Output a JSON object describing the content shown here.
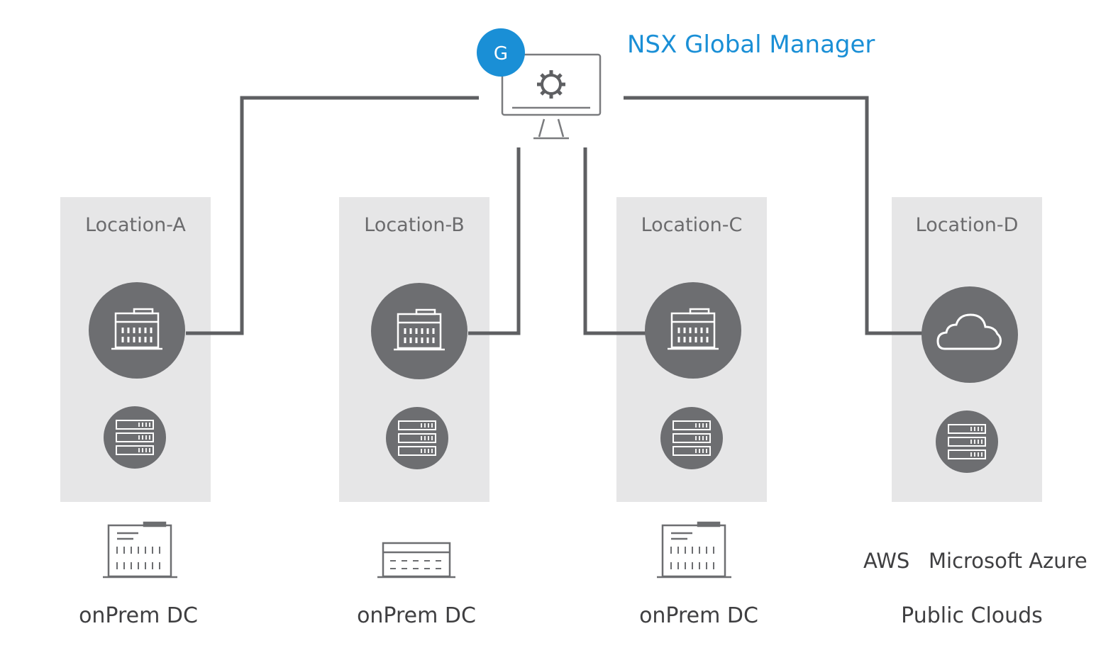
{
  "global_manager": {
    "title": "NSX Global Manager",
    "badge_letter": "G",
    "badge_color": "#1a8fd6",
    "icon": "gear-monitor-icon"
  },
  "locations": [
    {
      "name": "Location-A",
      "site_icon": "building-icon",
      "bottom_icon": "datacenter-building-icon",
      "bottom_label": "onPrem DC"
    },
    {
      "name": "Location-B",
      "site_icon": "building-icon",
      "bottom_icon": "datacenter-building-icon",
      "bottom_label": "onPrem DC"
    },
    {
      "name": "Location-C",
      "site_icon": "building-icon",
      "bottom_icon": "datacenter-building-icon",
      "bottom_label": "onPrem DC"
    },
    {
      "name": "Location-D",
      "site_icon": "cloud-icon",
      "bottom_icon": "",
      "bottom_label": "Public Clouds"
    }
  ],
  "public_cloud_vendors": [
    "AWS",
    "Microsoft Azure"
  ],
  "colors": {
    "panel": "#e6e6e7",
    "icon_circle": "#6d6e71",
    "connector": "#5e5f62"
  }
}
